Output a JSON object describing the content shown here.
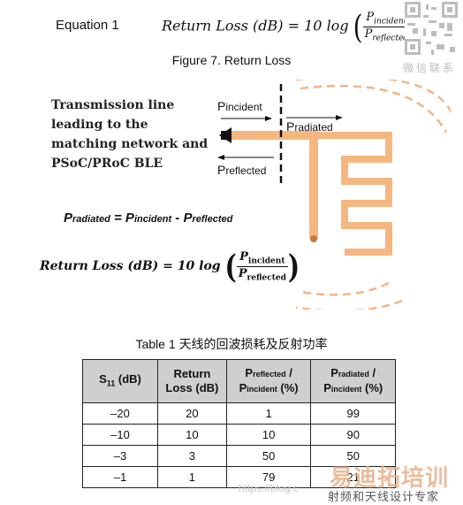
{
  "equation": {
    "label": "Equation 1",
    "lhs": "Return Loss (dB) = 10 log",
    "num": "P",
    "num_sub": "incident",
    "den": "P",
    "den_sub": "reflected"
  },
  "figure_title": "Figure 7. Return Loss",
  "watermark_top": "微信联系",
  "diagram": {
    "text_lines": [
      "Transmission line",
      "leading to the",
      "matching network and",
      "PSoC/PRoC BLE"
    ],
    "p_incident": "P",
    "p_incident_sub": "incident",
    "p_radiated": "P",
    "p_radiated_sub": "radiated",
    "p_reflected": "P",
    "p_reflected_sub": "reflected",
    "antenna_color": "#f5b77f"
  },
  "radiated_formula": {
    "p1": "P",
    "p1_sub": "radiated",
    "eq": " = ",
    "p2": "P",
    "p2_sub": "incident",
    "minus": " - ",
    "p3": "P",
    "p3_sub": "reflected"
  },
  "rl_formula": {
    "lhs": "Return Loss (dB) = 10 log",
    "num": "P",
    "num_sub": "incident",
    "den": "P",
    "den_sub": "reflected"
  },
  "table_title": "Table 1 天线的回波损耗及反射功率",
  "table": {
    "headers": [
      {
        "main": "S",
        "sub": "11",
        "tail": " (dB)"
      },
      {
        "main": "Return",
        "line2": "Loss (dB)"
      },
      {
        "main": "P",
        "sub": "reflected",
        "tail": " /",
        "line2": "P",
        "line2_sub": "incident",
        "line2_tail": " (%)"
      },
      {
        "main": "P",
        "sub": "radiated",
        "tail": " /",
        "line2": "P",
        "line2_sub": "incident",
        "line2_tail": " (%)"
      }
    ],
    "rows": [
      [
        "–20",
        "20",
        "1",
        "99"
      ],
      [
        "–10",
        "10",
        "10",
        "90"
      ],
      [
        "–3",
        "3",
        "50",
        "50"
      ],
      [
        "–1",
        "1",
        "79",
        "21"
      ]
    ]
  },
  "watermarks": {
    "url": "https://blog.c",
    "brand": "易迪拓培训",
    "sub": "射频和天线设计专家"
  }
}
